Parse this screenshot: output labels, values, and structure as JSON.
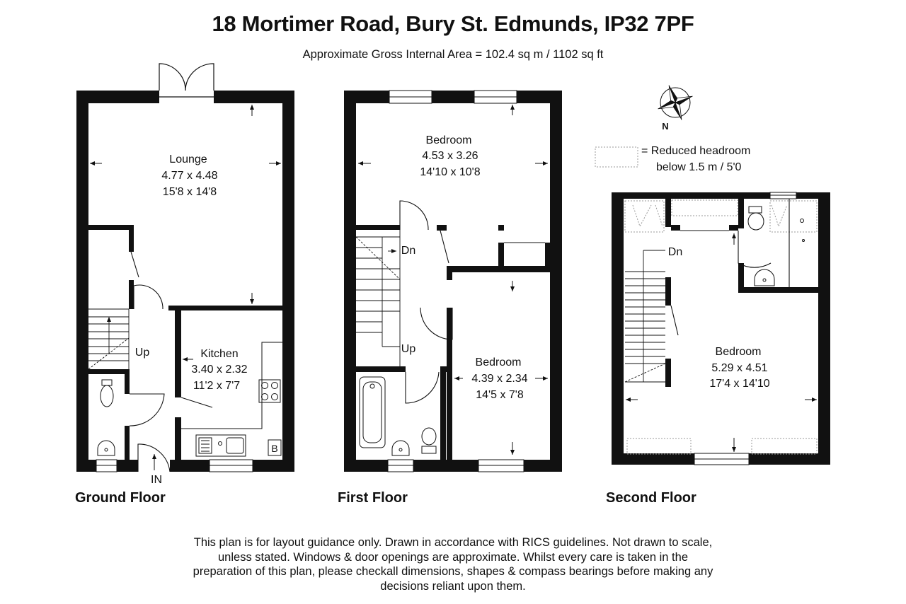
{
  "header": {
    "title": "18 Mortimer Road, Bury St. Edmunds, IP32 7PF",
    "subtitle": "Approximate Gross Internal Area = 102.4 sq m / 1102 sq ft"
  },
  "compass": {
    "label": "N"
  },
  "legend": {
    "line1": "=  Reduced headroom",
    "line2": "below 1.5 m / 5'0"
  },
  "floors": {
    "ground": {
      "label": "Ground Floor",
      "lounge": {
        "name": "Lounge",
        "metric": "4.77 x 4.48",
        "imperial": "15'8 x 14'8"
      },
      "kitchen": {
        "name": "Kitchen",
        "metric": "3.40 x 2.32",
        "imperial": "11'2 x 7'7"
      },
      "stairs_label": "Up",
      "entrance_label": "IN",
      "boiler_label": "B"
    },
    "first": {
      "label": "First Floor",
      "bedroom_front": {
        "name": "Bedroom",
        "metric": "4.53 x 3.26",
        "imperial": "14'10 x 10'8"
      },
      "bedroom_rear": {
        "name": "Bedroom",
        "metric": "4.39 x 2.34",
        "imperial": "14'5 x 7'8"
      },
      "stairs_down": "Dn",
      "stairs_up": "Up"
    },
    "second": {
      "label": "Second Floor",
      "bedroom": {
        "name": "Bedroom",
        "metric": "5.29 x 4.51",
        "imperial": "17'4 x 14'10"
      },
      "stairs_down": "Dn"
    }
  },
  "disclaimer": {
    "lines": [
      "This plan is for layout guidance only. Drawn in accordance with RICS guidelines. Not drawn to scale,",
      "unless stated. Windows & door openings are approximate. Whilst every care is taken in the",
      "preparation of this plan, please checkall dimensions, shapes & compass bearings before making any",
      "decisions reliant upon them."
    ]
  },
  "colors": {
    "wall": "#111111",
    "fixture": "#555555",
    "headroom": "#999999"
  }
}
